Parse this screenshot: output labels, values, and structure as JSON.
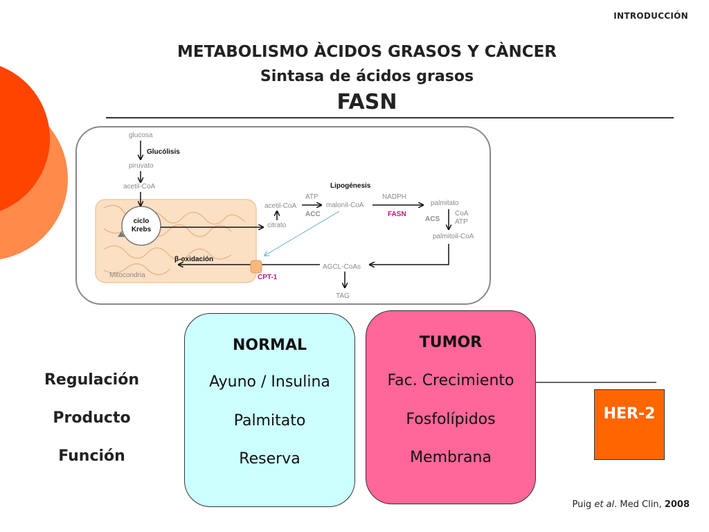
{
  "header": {
    "section": "INTRODUCCIÓN",
    "title": "METABOLISMO ÀCIDOS GRASOS Y CÀNCER",
    "subtitle": "Sintasa de ácidos grasos",
    "focus": "FASN"
  },
  "pathway": {
    "glucosa": "glucosa",
    "glucolisis": "Glucólisis",
    "piruvato": "piruvato",
    "acetil_coa_top": "acetil-CoA",
    "ciclo": "ciclo",
    "krebs": "Krebs",
    "mitocondria": "Mitocondria",
    "beta_oxidacion": "β-oxidación",
    "cpt1": "CPT-1",
    "acetil_coa_cyto": "acetil-CoA",
    "citrato": "citrato",
    "atp_1": "ATP",
    "acc": "ACC",
    "lipogenesis": "Lipogénesis",
    "malonil_coa": "malonil-CoA",
    "nadph": "NADPH",
    "fasn": "FASN",
    "palmitato": "palmitato",
    "acs": "ACS",
    "coa": "CoA",
    "atp_2": "ATP",
    "palmitoil_coa": "palmitoil-CoA",
    "agcl_coas": "AGCL-CoAs",
    "tag": "TAG"
  },
  "rows": [
    "Regulación",
    "Producto",
    "Función"
  ],
  "normal": {
    "heading": "NORMAL",
    "items": [
      "Ayuno / Insulina",
      "Palmitato",
      "Reserva"
    ]
  },
  "tumor": {
    "heading": "TUMOR",
    "items": [
      "Fac. Crecimiento",
      "Fosfolípidos",
      "Membrana"
    ]
  },
  "her2": "HER-2",
  "reference": {
    "authors": "Puig ",
    "etal": "et al",
    "journal": ". Med Clin, ",
    "year": "2008"
  },
  "colors": {
    "orange_decor": "#ff4400",
    "mito_fill": "#fce0c4",
    "normal_fill": "#ccffff",
    "tumor_fill": "#ff6699",
    "her2_fill": "#ff6600",
    "fasn_magenta": "#c0157a"
  }
}
